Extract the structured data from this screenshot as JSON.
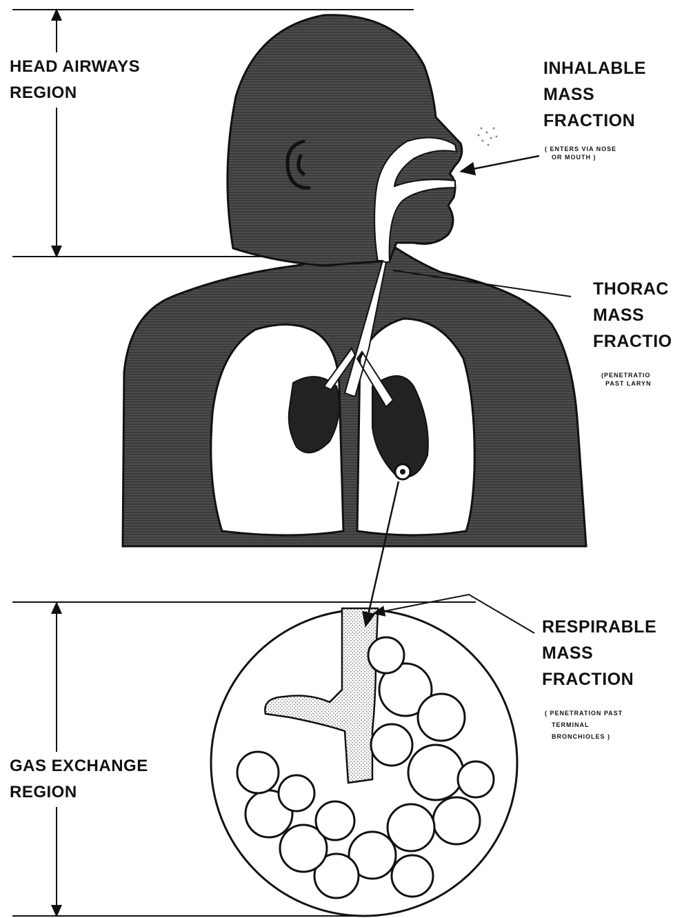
{
  "regions": {
    "head": {
      "line1": "HEAD AIRWAYS",
      "line2": "REGION"
    },
    "gas": {
      "line1": "GAS EXCHANGE",
      "line2": "REGION"
    }
  },
  "fractions": {
    "inhalable": {
      "l1": "INHALABLE",
      "l2": "MASS",
      "l3": "FRACTION",
      "note1": "( ENTERS VIA NOSE",
      "note2": "OR MOUTH )"
    },
    "thoracic": {
      "l1": "THORAC",
      "l2": "MASS",
      "l3": "FRACTIO",
      "note1": "(PENETRATIO",
      "note2": "PAST LARYN"
    },
    "respirable": {
      "l1": "RESPIRABLE",
      "l2": "MASS",
      "l3": "FRACTION",
      "note1": "( PENETRATION PAST",
      "note2": "TERMINAL",
      "note3": "BRONCHIOLES )"
    }
  },
  "colors": {
    "ink": "#111111",
    "fill": "#3a3a3a",
    "paper": "#ffffff",
    "stipple": "#cfcfcf"
  }
}
